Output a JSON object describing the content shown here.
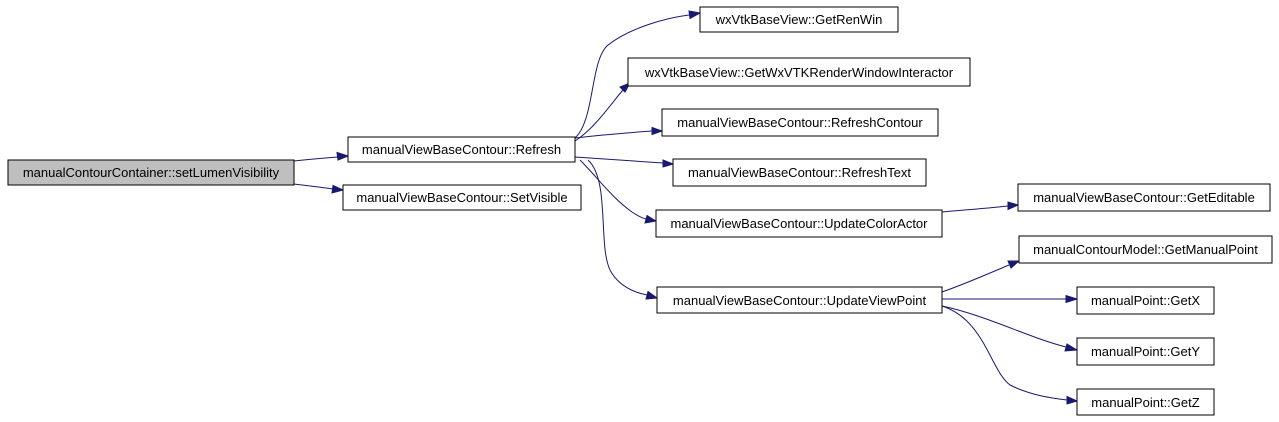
{
  "colors": {
    "root_fill": "#bfbfbf",
    "node_fill": "#ffffff",
    "edge": "#191970"
  },
  "nodes": {
    "root": "manualContourContainer::setLumenVisibility",
    "refresh": "manualViewBaseContour::Refresh",
    "setvisible": "manualViewBaseContour::SetVisible",
    "getrenwin": "wxVtkBaseView::GetRenWin",
    "getinteractor": "wxVtkBaseView::GetWxVTKRenderWindowInteractor",
    "refreshcontour": "manualViewBaseContour::RefreshContour",
    "refreshtext": "manualViewBaseContour::RefreshText",
    "updatecoloractor": "manualViewBaseContour::UpdateColorActor",
    "updateviewpoint": "manualViewBaseContour::UpdateViewPoint",
    "geteditable": "manualViewBaseContour::GetEditable",
    "getmanualpoint": "manualContourModel::GetManualPoint",
    "getx": "manualPoint::GetX",
    "gety": "manualPoint::GetY",
    "getz": "manualPoint::GetZ"
  },
  "edges": [
    {
      "from": "root",
      "to": "refresh"
    },
    {
      "from": "root",
      "to": "setvisible"
    },
    {
      "from": "refresh",
      "to": "getrenwin"
    },
    {
      "from": "refresh",
      "to": "getinteractor"
    },
    {
      "from": "refresh",
      "to": "refreshcontour"
    },
    {
      "from": "refresh",
      "to": "refreshtext"
    },
    {
      "from": "refresh",
      "to": "updatecoloractor"
    },
    {
      "from": "refresh",
      "to": "updateviewpoint"
    },
    {
      "from": "updatecoloractor",
      "to": "geteditable"
    },
    {
      "from": "updateviewpoint",
      "to": "getmanualpoint"
    },
    {
      "from": "updateviewpoint",
      "to": "getx"
    },
    {
      "from": "updateviewpoint",
      "to": "gety"
    },
    {
      "from": "updateviewpoint",
      "to": "getz"
    }
  ]
}
